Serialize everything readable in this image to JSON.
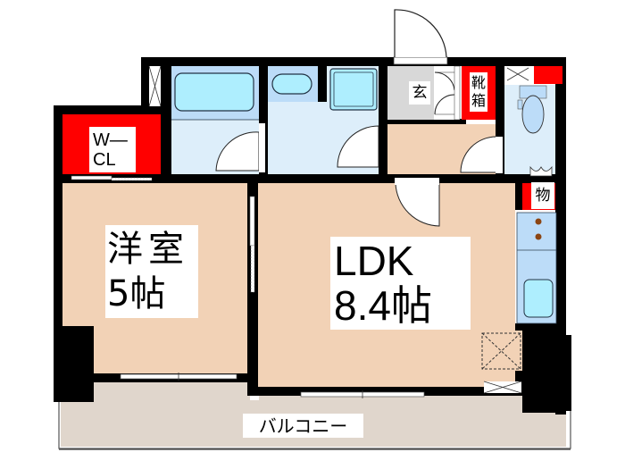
{
  "floorplan": {
    "rooms": {
      "western_room": {
        "name": "洋室",
        "size": "5帖"
      },
      "ldk": {
        "name": "LDK",
        "size": "8.4帖"
      },
      "walk_in_closet": {
        "line1": "W—",
        "line2": "CL"
      },
      "entrance": {
        "name": "玄"
      },
      "shoe_box": {
        "line1": "靴",
        "line2": "箱"
      },
      "storage": {
        "name": "物"
      },
      "balcony": {
        "name": "バルコニー"
      }
    },
    "colors": {
      "wall": "#000000",
      "wood_floor": "#f2d2b6",
      "wet_area_floor": "#ddeefa",
      "fixture_blue": "#aeeefe",
      "storage_red": "#ff0000",
      "entrance_floor": "#d8d8d8",
      "balcony_floor": "#e0d6cc",
      "kitchen_counter": "#bcdcf8",
      "stove_burner": "#8b4513"
    }
  }
}
